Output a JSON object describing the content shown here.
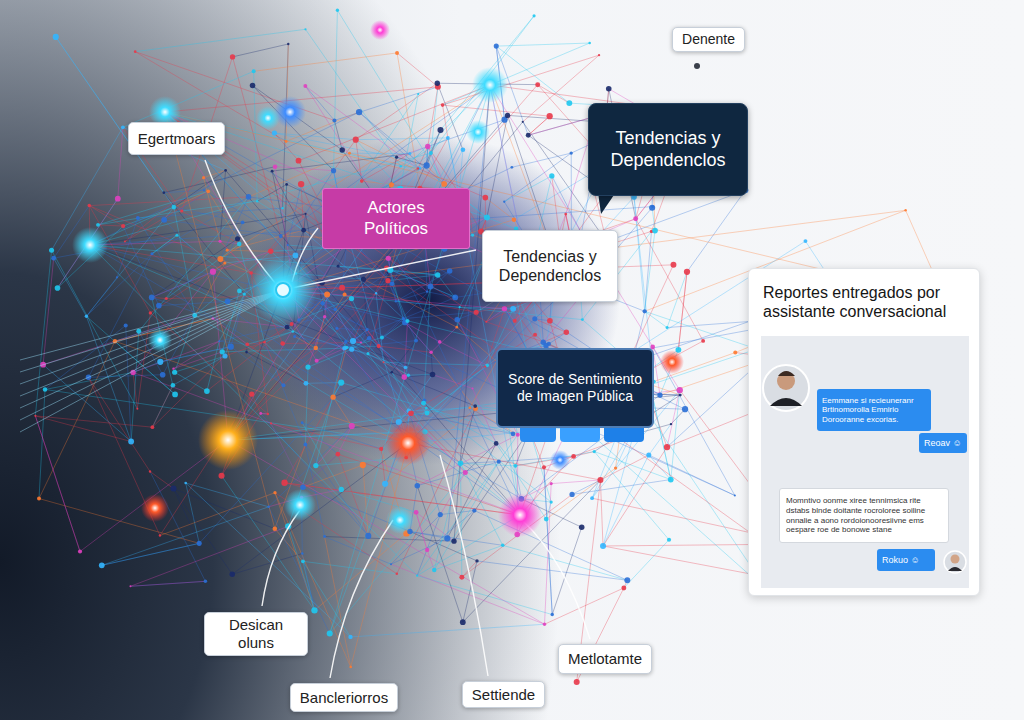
{
  "diagram": {
    "nodes": [
      {
        "text": [
          "Denente"
        ]
      },
      {
        "text": [
          "Tendencias y Dependenclos"
        ]
      },
      {
        "text": [
          "Egertmoars"
        ]
      },
      {
        "text": [
          "Actores Políticos"
        ]
      },
      {
        "text": [
          "Tendencias y Dependenclos"
        ]
      },
      {
        "text": [
          "Reportes entregados por assistante conversacional"
        ]
      },
      {
        "text": [
          "Eemmane si recieuneranr Brtinomorolla Emnirio Dorooranne excorias."
        ],
        "in": 5
      },
      {
        "text": [
          "Reoav ☺"
        ],
        "in": 5
      },
      {
        "text": [
          "Momntivo oonme xiree tennimsica rite dstabs blnde doitante rocroloree soiline onnalie a aono rordoionooresiivne ems oespare roe de bonowe stane"
        ],
        "in": 5
      },
      {
        "text": [
          "Rokuo ☺"
        ],
        "in": 5
      },
      {
        "text": [
          "Score de Sentimiento de Imagen Pública"
        ]
      },
      {
        "text": [
          "Desican oluns"
        ]
      },
      {
        "text": [
          "Metlotamte"
        ]
      },
      {
        "text": [
          "Settiende"
        ]
      },
      {
        "text": [
          "Bancleriorros"
        ]
      }
    ]
  }
}
